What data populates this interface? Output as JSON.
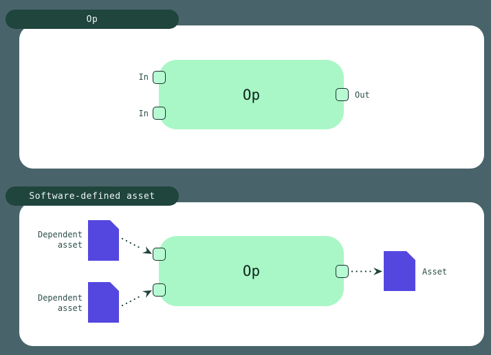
{
  "colors": {
    "bg": "#48646a",
    "tab": "#1f453d",
    "tab_text": "#eef4f1",
    "panel": "#ffffff",
    "node": "#a9f7c6",
    "port": "#b7fbd3",
    "stroke": "#143129",
    "ink": "#0c241d",
    "label": "#2d4f49",
    "line": "#1e423a",
    "purple": "#5447e0"
  },
  "panels": [
    {
      "tab_label": "Op",
      "node": {
        "label": "Op",
        "input_labels": [
          "In",
          "In"
        ],
        "output_label": "Out"
      }
    },
    {
      "tab_label": "Software-defined asset",
      "node": {
        "label": "Op"
      },
      "dependent_assets": [
        {
          "line1": "Dependent",
          "line2": "asset"
        },
        {
          "line1": "Dependent",
          "line2": "asset"
        }
      ],
      "output_asset": {
        "label": "Asset"
      }
    }
  ]
}
